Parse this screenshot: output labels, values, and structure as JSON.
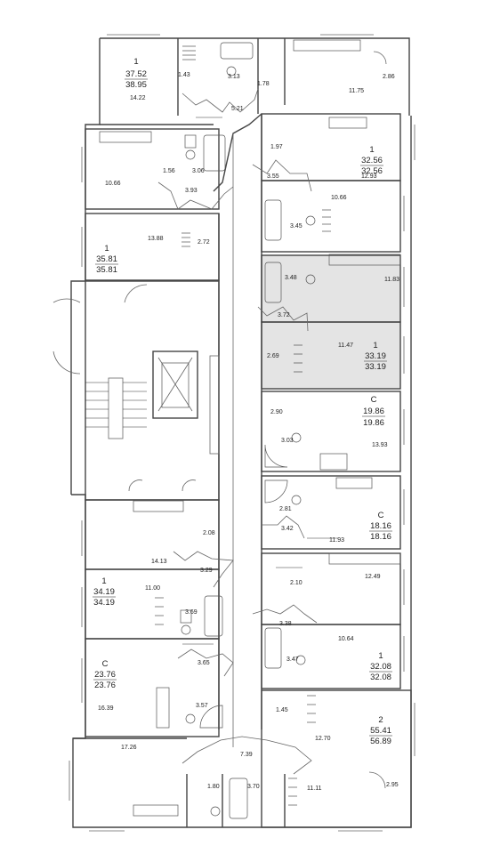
{
  "apartments": [
    {
      "id": "a1",
      "rooms": "1",
      "area_living": "37.52",
      "area_total": "38.95"
    },
    {
      "id": "a2",
      "rooms": "1",
      "area_living": "32.56",
      "area_total": "32.56"
    },
    {
      "id": "a3",
      "rooms": "1",
      "area_living": "35.81",
      "area_total": "35.81"
    },
    {
      "id": "a4",
      "rooms": "1",
      "area_living": "33.19",
      "area_total": "33.19"
    },
    {
      "id": "a5",
      "rooms": "С",
      "area_living": "19.86",
      "area_total": "19.86"
    },
    {
      "id": "a6",
      "rooms": "С",
      "area_living": "18.16",
      "area_total": "18.16"
    },
    {
      "id": "a7",
      "rooms": "1",
      "area_living": "34.19",
      "area_total": "34.19"
    },
    {
      "id": "a8",
      "rooms": "1",
      "area_living": "32.08",
      "area_total": "32.08"
    },
    {
      "id": "a9",
      "rooms": "С",
      "area_living": "23.76",
      "area_total": "23.76"
    },
    {
      "id": "a10",
      "rooms": "2",
      "area_living": "55.41",
      "area_total": "56.89"
    }
  ],
  "room_areas": [
    "1.43",
    "3.13",
    "1.78",
    "5.21",
    "14.22",
    "11.75",
    "2.86",
    "1.97",
    "12.93",
    "3.55",
    "1.56",
    "3.06",
    "3.93",
    "10.66",
    "10.66",
    "3.45",
    "13.88",
    "2.72",
    "3.48",
    "11.83",
    "3.72",
    "11.47",
    "2.69",
    "2.90",
    "3.03",
    "13.93",
    "2.81",
    "3.42",
    "11.93",
    "2.08",
    "14.13",
    "3.29",
    "2.10",
    "12.49",
    "11.00",
    "3.69",
    "3.38",
    "10.64",
    "3.47",
    "3.65",
    "1.45",
    "16.39",
    "3.57",
    "12.70",
    "17.26",
    "7.39",
    "1.80",
    "3.70",
    "11.11",
    "2.95"
  ]
}
